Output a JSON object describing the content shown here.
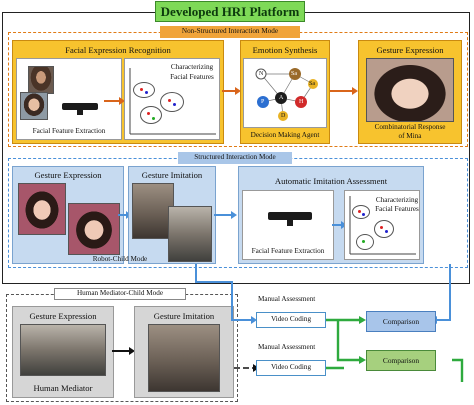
{
  "title": "Developed HRI Platform",
  "non_structured": {
    "title": "Non-Structured Interaction Mode",
    "facial_expression_recognition": {
      "title": "Facial Expression Recognition",
      "feature_extraction": "Facial Feature Extraction",
      "characterizing": [
        "Characterizing",
        "Facial Features"
      ]
    },
    "emotion_synthesis": {
      "title": "Emotion Synthesis",
      "agent": "Decision Making Agent",
      "nodes": [
        "N",
        "Sa",
        "Sa",
        "A",
        "P",
        "H",
        "D"
      ]
    },
    "gesture_expression": {
      "title": "Gesture Expression",
      "caption": [
        "Combinatorial Response",
        "of Mina"
      ]
    }
  },
  "structured": {
    "title": "Structured Interaction Mode",
    "gesture_expression": "Gesture Expression",
    "gesture_imitation": "Gesture Imitation",
    "robot_child": "Robot-Child Mode",
    "auto_assessment": {
      "title": "Automatic Imitation Assessment",
      "feature_extraction": "Facial Feature Extraction",
      "characterizing": [
        "Characterizing",
        "Facial Features"
      ]
    }
  },
  "mediator": {
    "title": "Human Mediator-Child Mode",
    "gesture_expression": "Gesture Expression",
    "gesture_imitation": "Gesture Imitation",
    "human_mediator": "Human Mediator"
  },
  "manual": {
    "label1": "Manual Assessment",
    "label2": "Manual Assessment",
    "video_coding1": "Video Coding",
    "video_coding2": "Video Coding",
    "comparison1": "Comparison",
    "comparison2": "Comparison"
  },
  "colors": {
    "title_bg": "#7ed957",
    "orange": "#f0a43a",
    "orange_dark": "#e07b16",
    "yellow_panel": "#f7c32e",
    "blue_light": "#c6daf0",
    "blue_mid": "#a9c6e8",
    "blue_comparison": "#a8c5ea",
    "green_comparison": "#a6d07e",
    "arrow_blue": "#4a90d9",
    "arrow_green": "#2eaa3e",
    "arrow_orange": "#d9651b"
  }
}
